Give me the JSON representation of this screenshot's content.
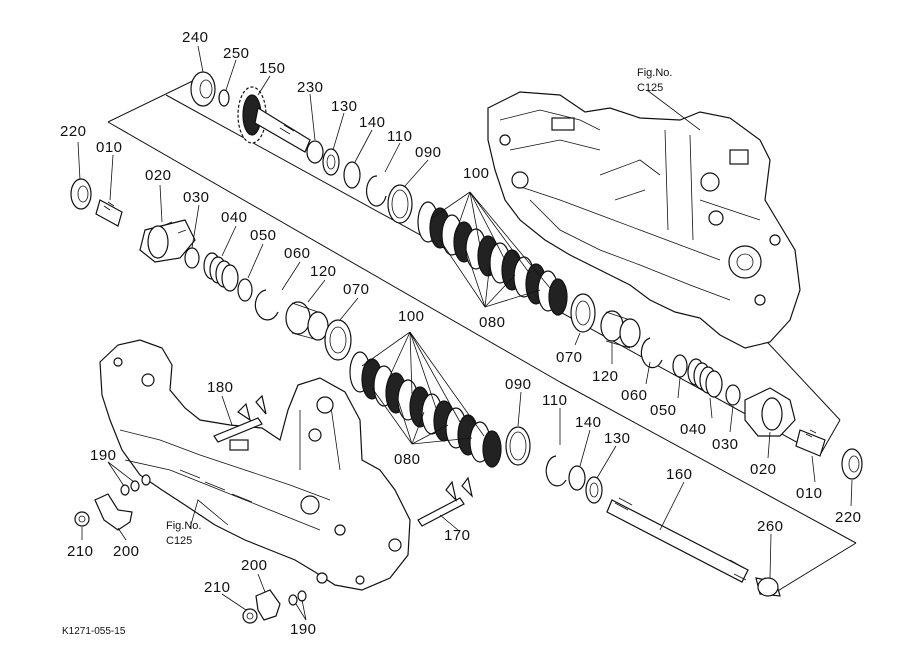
{
  "diagram": {
    "code_label": "K1271-055-15",
    "fig_refs": [
      {
        "id": "fig-top",
        "title": "Fig.No.",
        "number": "C125"
      },
      {
        "id": "fig-bottom",
        "title": "Fig.No.",
        "number": "C125"
      }
    ],
    "callouts": [
      {
        "id": "c240",
        "text": "240"
      },
      {
        "id": "c250",
        "text": "250"
      },
      {
        "id": "c150",
        "text": "150"
      },
      {
        "id": "c230",
        "text": "230"
      },
      {
        "id": "c130a",
        "text": "130"
      },
      {
        "id": "c140a",
        "text": "140"
      },
      {
        "id": "c110a",
        "text": "110"
      },
      {
        "id": "c090a",
        "text": "090"
      },
      {
        "id": "c220a",
        "text": "220"
      },
      {
        "id": "c010a",
        "text": "010"
      },
      {
        "id": "c020a",
        "text": "020"
      },
      {
        "id": "c030a",
        "text": "030"
      },
      {
        "id": "c040a",
        "text": "040"
      },
      {
        "id": "c050a",
        "text": "050"
      },
      {
        "id": "c060a",
        "text": "060"
      },
      {
        "id": "c120a",
        "text": "120"
      },
      {
        "id": "c070a",
        "text": "070"
      },
      {
        "id": "c100a",
        "text": "100"
      },
      {
        "id": "c080a",
        "text": "080"
      },
      {
        "id": "c070b",
        "text": "070"
      },
      {
        "id": "c120b",
        "text": "120"
      },
      {
        "id": "c060b",
        "text": "060"
      },
      {
        "id": "c050b",
        "text": "050"
      },
      {
        "id": "c040b",
        "text": "040"
      },
      {
        "id": "c030b",
        "text": "030"
      },
      {
        "id": "c020b",
        "text": "020"
      },
      {
        "id": "c010b",
        "text": "010"
      },
      {
        "id": "c220b",
        "text": "220"
      },
      {
        "id": "c100b",
        "text": "100"
      },
      {
        "id": "c080b",
        "text": "080"
      },
      {
        "id": "c090b",
        "text": "090"
      },
      {
        "id": "c110b",
        "text": "110"
      },
      {
        "id": "c140b",
        "text": "140"
      },
      {
        "id": "c130b",
        "text": "130"
      },
      {
        "id": "c160",
        "text": "160"
      },
      {
        "id": "c260",
        "text": "260"
      },
      {
        "id": "c180",
        "text": "180"
      },
      {
        "id": "c170",
        "text": "170"
      },
      {
        "id": "c190a",
        "text": "190"
      },
      {
        "id": "c210a",
        "text": "210"
      },
      {
        "id": "c200a",
        "text": "200"
      },
      {
        "id": "c200b",
        "text": "200"
      },
      {
        "id": "c210b",
        "text": "210"
      },
      {
        "id": "c190b",
        "text": "190"
      }
    ]
  }
}
